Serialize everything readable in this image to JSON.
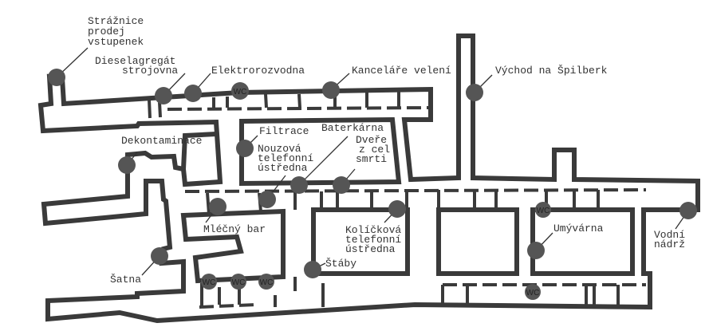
{
  "colors": {
    "wall": "#3a3a3a",
    "marker": "#555555",
    "text": "#333333"
  },
  "labels": {
    "straznice": [
      "Strážnice",
      "prodej",
      "vstupenek"
    ],
    "diesel": [
      "Dieselagregát",
      "strojovna"
    ],
    "elektro": "Elektrorozvodna",
    "kancelare": "Kanceláře velení",
    "vychod": "Východ na Špilberk",
    "filtrace": "Filtrace",
    "baterkarna": "Baterkárna",
    "nouzova": [
      "Nouzová",
      "telefonní",
      "ústředna"
    ],
    "dvere": [
      "Dveře",
      "z cel",
      "smrti"
    ],
    "dekontaminace": "Dekontaminace",
    "mlecny": "Mléčný bar",
    "kolickova": [
      "Kolíčková",
      "telefonní",
      "ústředna"
    ],
    "staby": "Štáby",
    "satna": "Šatna",
    "umyvarna": "Umývárna",
    "vodni": [
      "Vodní",
      "nádrž"
    ],
    "wc": "WC"
  }
}
